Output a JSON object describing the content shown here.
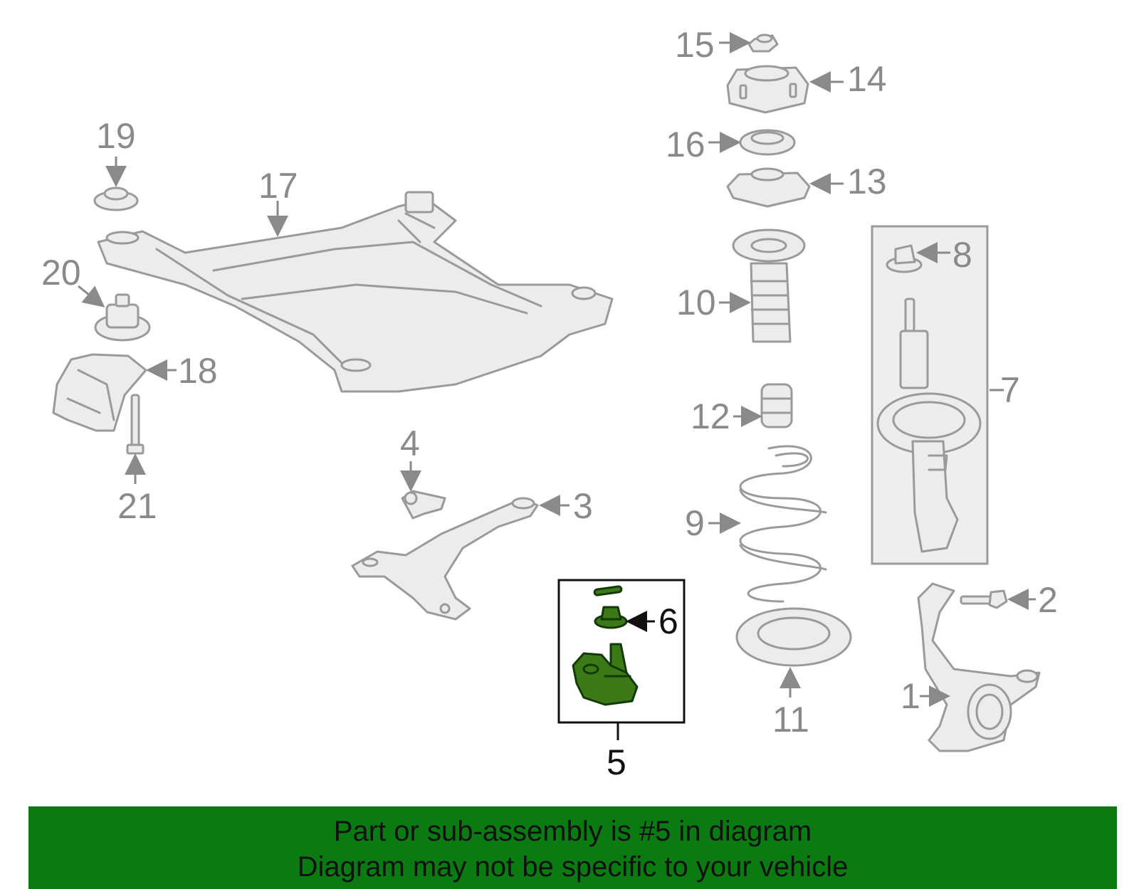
{
  "diagram": {
    "callouts": {
      "c1": "1",
      "c2": "2",
      "c3": "3",
      "c4": "4",
      "c5": "5",
      "c6": "6",
      "c7": "7",
      "c8": "8",
      "c9": "9",
      "c10": "10",
      "c11": "11",
      "c12": "12",
      "c13": "13",
      "c14": "14",
      "c15": "15",
      "c16": "16",
      "c17": "17",
      "c18": "18",
      "c19": "19",
      "c20": "20",
      "c21": "21"
    },
    "highlighted_callouts": [
      "5",
      "6"
    ],
    "colors": {
      "highlight_fill": "#3c7a17",
      "highlight_stroke": "#123a08",
      "ghost_stroke": "#9a9a9a",
      "banner_bg": "#0c7a12"
    }
  },
  "banner": {
    "line1": "Part or sub-assembly is #5 in diagram",
    "line2": "Diagram may not be specific to your vehicle"
  }
}
